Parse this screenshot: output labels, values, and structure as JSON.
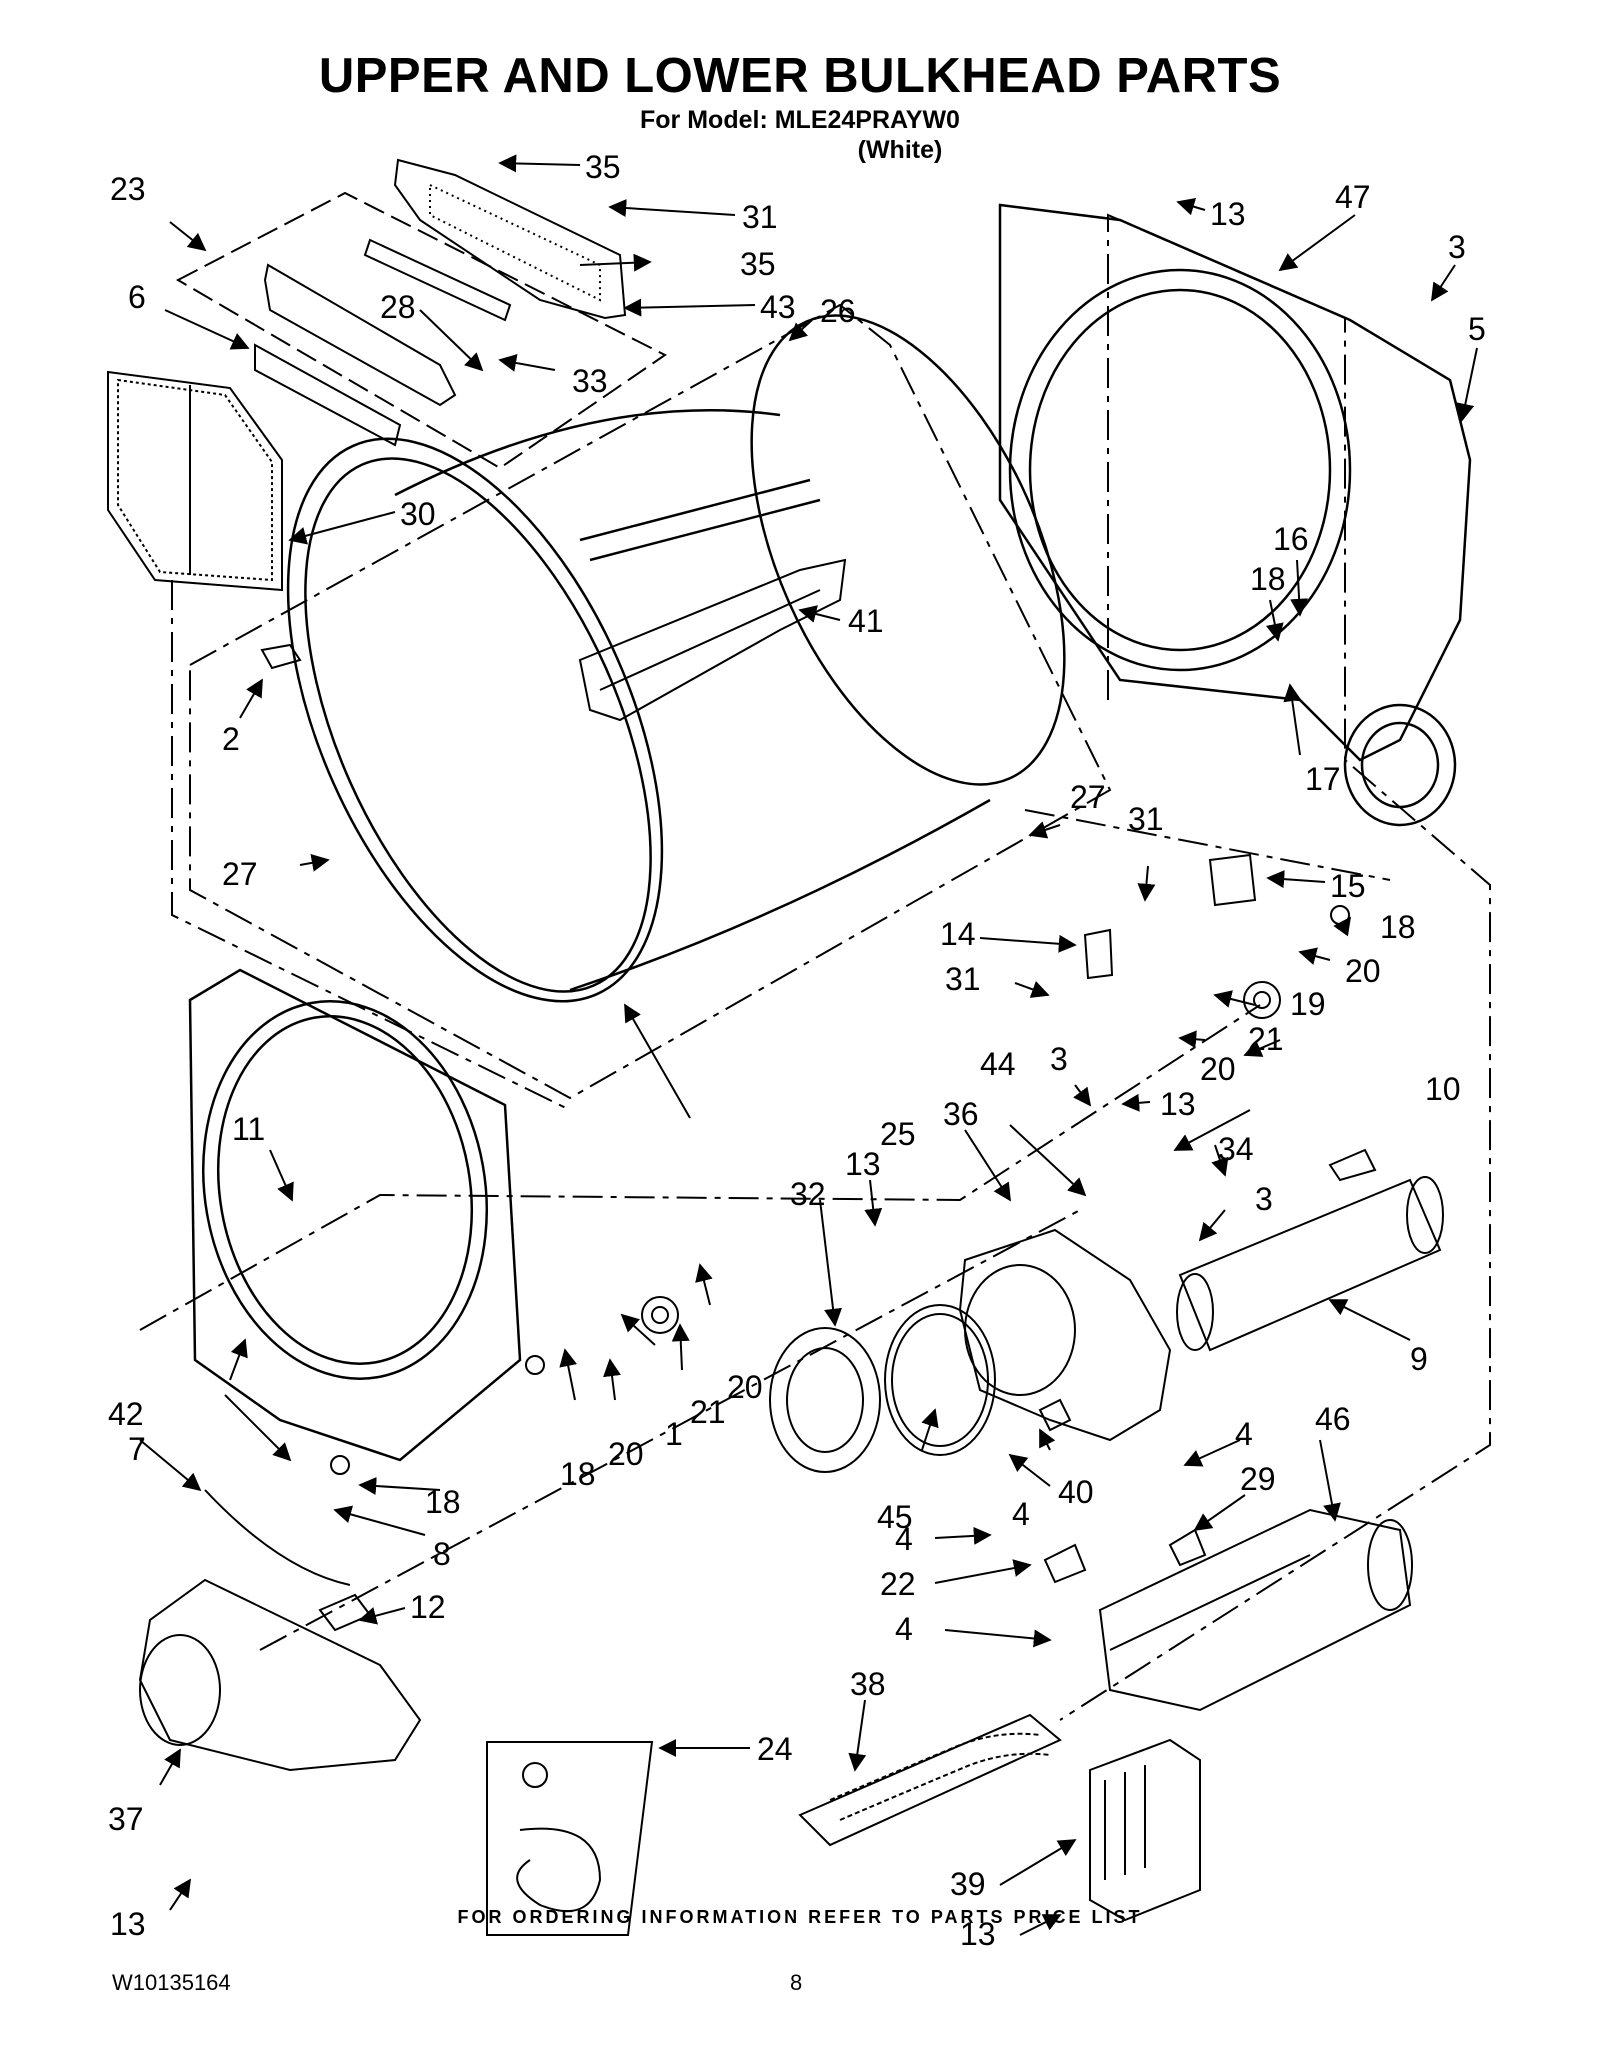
{
  "header": {
    "title": "UPPER AND LOWER BULKHEAD PARTS",
    "model": "For Model: MLE24PRAYW0",
    "color": "(White)"
  },
  "footer": {
    "note": "FOR ORDERING INFORMATION REFER TO PARTS PRICE LIST",
    "doc_number": "W10135164",
    "page_number": "8"
  },
  "callouts": [
    "35",
    "23",
    "31",
    "35",
    "6",
    "28",
    "43",
    "33",
    "26",
    "13",
    "47",
    "3",
    "5",
    "30",
    "41",
    "16",
    "18",
    "2",
    "17",
    "27",
    "27",
    "31",
    "15",
    "14",
    "18",
    "20",
    "31",
    "19",
    "21",
    "44",
    "3",
    "13",
    "20",
    "10",
    "11",
    "25",
    "36",
    "34",
    "13",
    "32",
    "3",
    "9",
    "20",
    "1",
    "21",
    "42",
    "18",
    "20",
    "18",
    "45",
    "40",
    "4",
    "46",
    "7",
    "8",
    "4",
    "29",
    "4",
    "12",
    "22",
    "4",
    "38",
    "24",
    "37",
    "39",
    "13",
    "13"
  ]
}
